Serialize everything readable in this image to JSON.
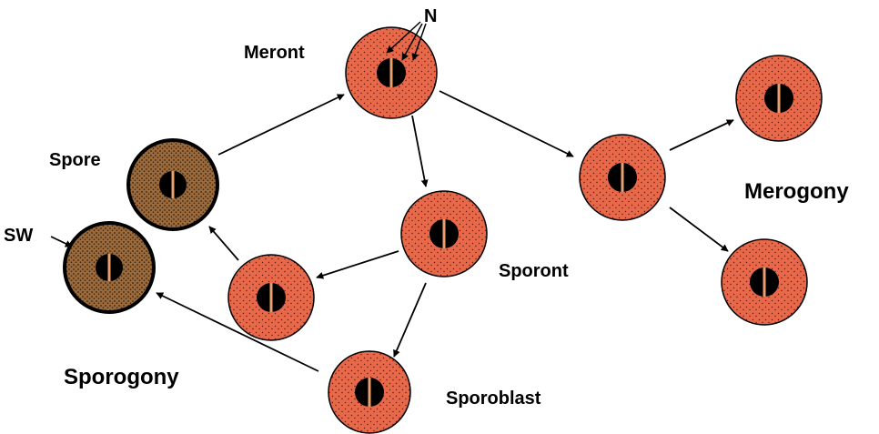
{
  "labels": {
    "meront": "Meront",
    "n": "N",
    "spore": "Spore",
    "sw": "SW",
    "merogony": "Merogony",
    "sporont": "Sporont",
    "sporogony": "Sporogony",
    "sporoblast": "Sporoblast"
  },
  "colors": {
    "cell_fill": "#e8684a",
    "cell_dots": "#5a1a10",
    "spore_fill": "#9a6a3c",
    "spore_dots": "#3a2410",
    "nucleus": "#000000",
    "divider": "#e8a070",
    "outline": "#000000"
  }
}
